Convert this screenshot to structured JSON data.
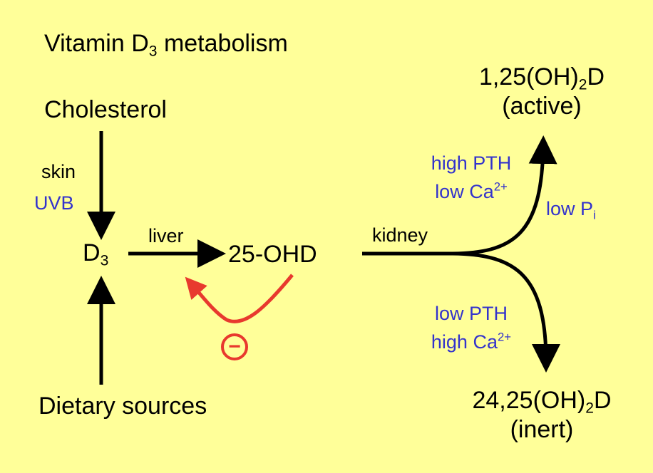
{
  "title": {
    "main": "Vitamin D",
    "sub": "3",
    "rest": " metabolism"
  },
  "nodes": {
    "cholesterol": "Cholesterol",
    "d3": {
      "main": "D",
      "sub": "3"
    },
    "ohd25": "25-OHD",
    "dietary": "Dietary sources",
    "active": {
      "line1_a": "1,25(OH)",
      "line1_sub": "2",
      "line1_b": "D",
      "line2": "(active)"
    },
    "inert": {
      "line1_a": "24,25(OH)",
      "line1_sub": "2",
      "line1_b": "D",
      "line2": "(inert)"
    }
  },
  "labels": {
    "skin": "skin",
    "uvb": "UVB",
    "liver": "liver",
    "kidney": "kidney",
    "high_pth": "high PTH",
    "low_ca": {
      "main": "low Ca",
      "sup": "2+"
    },
    "low_pi": {
      "main": "low P",
      "sub": "i"
    },
    "low_pth": "low PTH",
    "high_ca": {
      "main": "high Ca",
      "sup": "2+"
    },
    "inhibition_symbol": "−"
  },
  "colors": {
    "background": "#ffff99",
    "text": "#000000",
    "regulator_text": "#3333cc",
    "inhibition": "#e8392e"
  }
}
